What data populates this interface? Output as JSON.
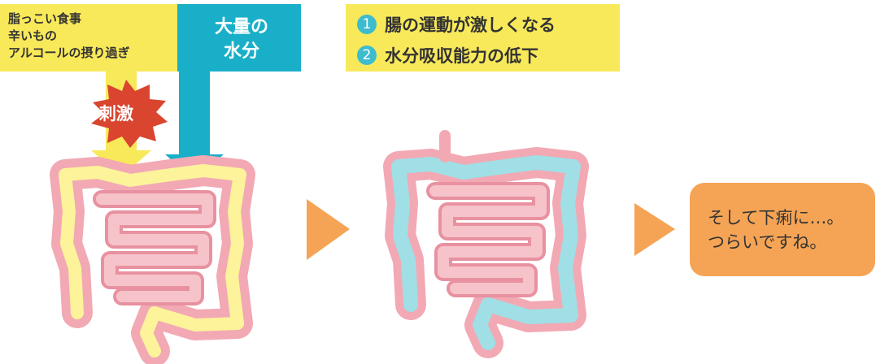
{
  "causes": [
    "脂っこい食事",
    "辛いもの",
    "アルコールの摂り過ぎ"
  ],
  "water": {
    "line1": "大量の",
    "line2": "水分"
  },
  "stimulus": "刺激",
  "effects": [
    {
      "num": "1",
      "text": "腸の運動が激しくなる"
    },
    {
      "num": "2",
      "text": "水分吸収能力の低下"
    }
  ],
  "result": {
    "line1": "そして下痢に…。",
    "line2": "つらいですね。"
  },
  "colors": {
    "yellow": "#f8e95a",
    "teal": "#1aafc8",
    "orange": "#f5a455",
    "red": "#d9452f",
    "pink": "#f2a9b4"
  }
}
